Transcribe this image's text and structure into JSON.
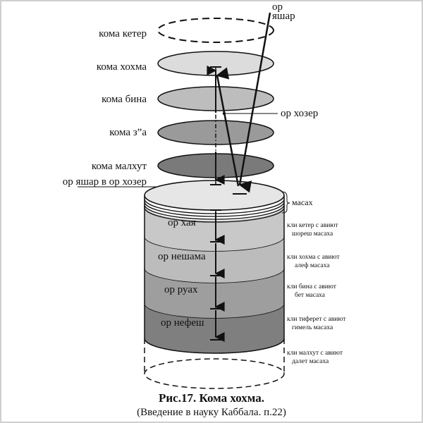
{
  "top_labels": {
    "kether": "кома кетер",
    "hokhma": "кома хохма",
    "bina": "кома бина",
    "za": "кома з”а",
    "malkhut": "кома малхут",
    "or_yashar_in_or_hozer": "ор яшар в ор хозер"
  },
  "right_labels": {
    "or_yashar_line1": "ор",
    "or_yashar_line2": "яшар",
    "or_hozer": "ор хозер",
    "masakh": "масах"
  },
  "levels": [
    {
      "name": "ор хая",
      "desc1": "кли кетер с авиют",
      "desc2": "шореш масаха"
    },
    {
      "name": "ор нешама",
      "desc1": "кли хохма с авиют",
      "desc2": "алеф масаха"
    },
    {
      "name": "ор руах",
      "desc1": "кли бина с авиют",
      "desc2": "бет масаха"
    },
    {
      "name": "ор нефеш",
      "desc1": "кли тиферет с авиют",
      "desc2": "гимель масаха"
    },
    {
      "name": "",
      "desc1": "кли малхут с авиют",
      "desc2": "далет масаха"
    }
  ],
  "caption": {
    "title": "Рис.17. Кома хохма.",
    "subtitle": "(Введение в науку Каббала. п.22)"
  },
  "colors": {
    "hokhma": "#dcdcdc",
    "bina": "#bdbdbd",
    "za": "#9a9a9a",
    "malkhut": "#7a7a7a",
    "band1": "#c8c8c8",
    "band2": "#bcbcbc",
    "band3": "#9e9e9e",
    "band4": "#7f7f7f"
  }
}
